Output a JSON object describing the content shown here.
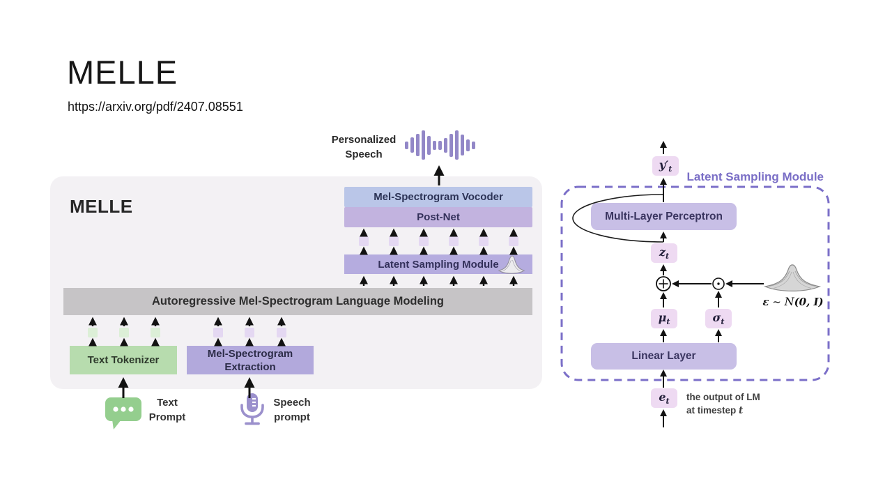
{
  "page": {
    "title": "MELLE",
    "url": "https://arxiv.org/pdf/2407.08551"
  },
  "overview": {
    "panel_label": "MELLE",
    "output": {
      "line1": "Personalized",
      "line2": "Speech"
    },
    "boxes": {
      "vocoder": "Mel-Spectrogram Vocoder",
      "postnet": "Post-Net",
      "latent_sampling": "Latent Sampling Module",
      "ar_lm": "Autoregressive Mel-Spectrogram Language Modeling",
      "text_tokenizer": "Text Tokenizer",
      "mel_extraction": {
        "line1": "Mel-Spectrogram",
        "line2": "Extraction"
      }
    },
    "inputs": {
      "text_prompt": {
        "line1": "Text",
        "line2": "Prompt"
      },
      "speech_prompt": {
        "line1": "Speech",
        "line2": "prompt"
      }
    }
  },
  "lsm": {
    "title": "Latent Sampling Module",
    "boxes": {
      "mlp": "Multi-Layer Perceptron",
      "linear": "Linear Layer"
    },
    "tokens": {
      "y": {
        "base": "y′",
        "sub": "t"
      },
      "z": {
        "base": "z",
        "sub": "t"
      },
      "mu": {
        "base": "μ",
        "sub": "t"
      },
      "sigma": {
        "base": "σ",
        "sub": "t"
      },
      "e": {
        "base": "e",
        "sub": "t"
      }
    },
    "noise": {
      "epsilon": "ε",
      "tilde": " ~ ",
      "dist": "N",
      "args": "(0, I)"
    },
    "annotation": {
      "line1": "the output of LM",
      "line2_prefix": "at timestep ",
      "line2_var": "t"
    },
    "ops": {
      "add": "⊕",
      "multiply": "⊙"
    }
  },
  "icons": {
    "output_audio": "waveform-icon",
    "text_prompt": "chat-bubble-icon",
    "speech_prompt": "microphone-icon",
    "latent_sampling_inline": "gaussian-curve-icon",
    "noise_distribution": "gaussian-surface-icon",
    "waveform_bars": [
      11,
      22,
      32,
      42,
      27,
      13,
      13,
      21,
      33,
      42,
      30,
      17,
      11
    ]
  },
  "colors": {
    "accent_purple": "#7b6fc8",
    "box_blue": "#bac6e8",
    "box_purple": "#c2b3df",
    "box_purple_deep": "#b5acdf",
    "box_green": "#b7dcae",
    "box_gray": "#c6c4c6",
    "token_pink": "#eedaf2",
    "square_purple": "#e4d8f2",
    "square_green": "#dcefd7",
    "icon_green": "#94ce8e",
    "icon_purple": "#9b90cc",
    "panel_bg": "#f3f1f4"
  }
}
